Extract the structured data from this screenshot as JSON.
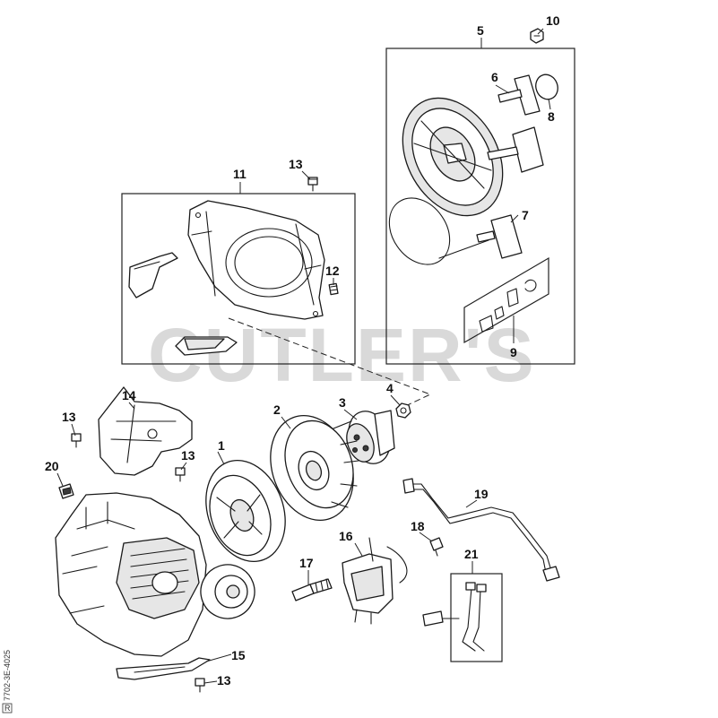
{
  "diagram": {
    "watermark": "CUTLER'S",
    "side_code": "7702-3E-4025",
    "side_badge": "R",
    "callouts": [
      {
        "id": "c1",
        "text": "1"
      },
      {
        "id": "c2",
        "text": "2"
      },
      {
        "id": "c3",
        "text": "3"
      },
      {
        "id": "c4",
        "text": "4"
      },
      {
        "id": "c5",
        "text": "5"
      },
      {
        "id": "c6",
        "text": "6"
      },
      {
        "id": "c7",
        "text": "7"
      },
      {
        "id": "c8",
        "text": "8"
      },
      {
        "id": "c9",
        "text": "9"
      },
      {
        "id": "c10",
        "text": "10"
      },
      {
        "id": "c11",
        "text": "11"
      },
      {
        "id": "c12",
        "text": "12"
      },
      {
        "id": "c13a",
        "text": "13"
      },
      {
        "id": "c13b",
        "text": "13"
      },
      {
        "id": "c13c",
        "text": "13"
      },
      {
        "id": "c13d",
        "text": "13"
      },
      {
        "id": "c14",
        "text": "14"
      },
      {
        "id": "c15",
        "text": "15"
      },
      {
        "id": "c16",
        "text": "16"
      },
      {
        "id": "c17",
        "text": "17"
      },
      {
        "id": "c18",
        "text": "18"
      },
      {
        "id": "c19",
        "text": "19"
      },
      {
        "id": "c20",
        "text": "20"
      },
      {
        "id": "c21",
        "text": "21"
      }
    ]
  }
}
